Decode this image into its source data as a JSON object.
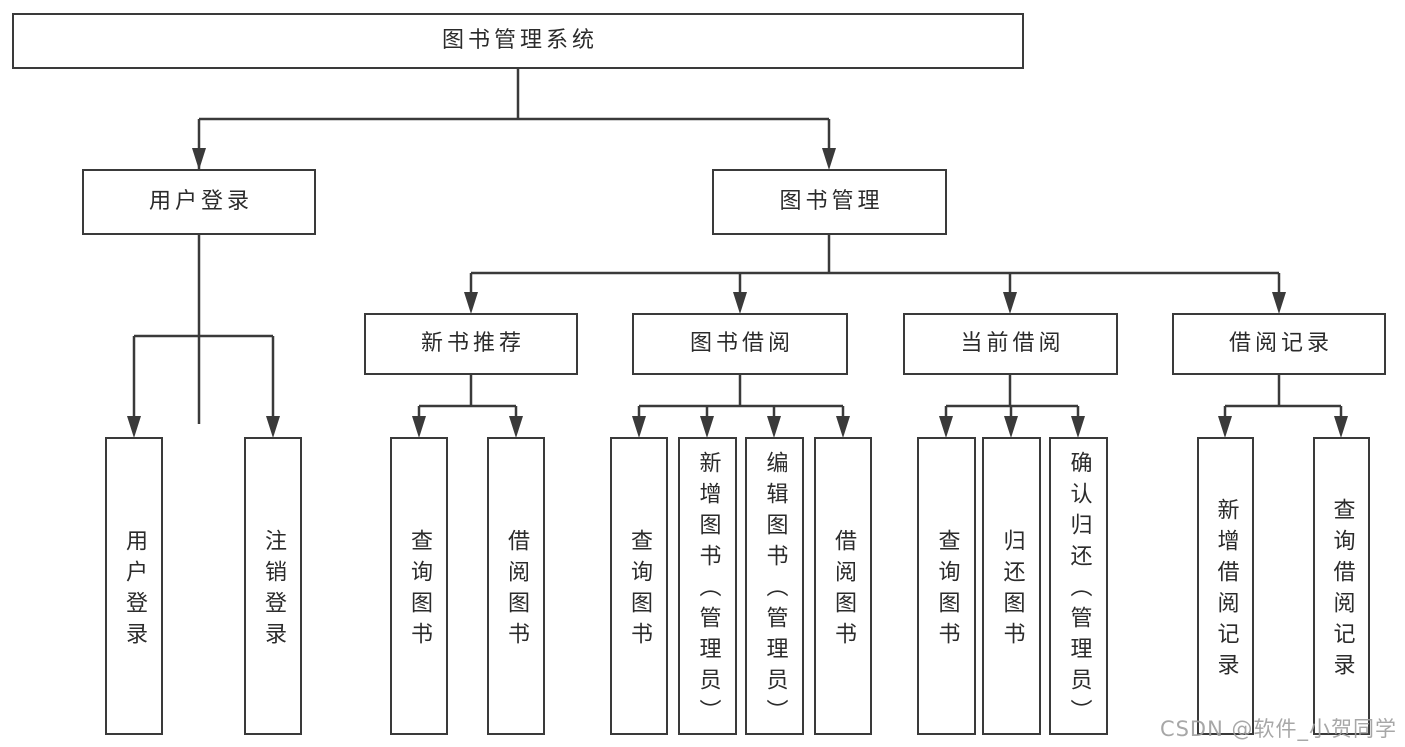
{
  "diagram": {
    "title": "图书管理系统",
    "watermark": "CSDN @软件_小贺同学",
    "colors": {
      "line": "#3a3a3a",
      "box_border": "#3a3a3a",
      "box_background": "#ffffff",
      "text": "#2b2b2b",
      "watermark_text": "#9e9e9e"
    },
    "root": {
      "label": "图书管理系统"
    },
    "level2": [
      {
        "label": "用户登录"
      },
      {
        "label": "图书管理"
      }
    ],
    "level3": [
      {
        "label": "新书推荐"
      },
      {
        "label": "图书借阅"
      },
      {
        "label": "当前借阅"
      },
      {
        "label": "借阅记录"
      }
    ],
    "leaves": {
      "user_login": [
        "用户登录",
        "注销登录"
      ],
      "new_book_recommend": [
        "查询图书",
        "借阅图书"
      ],
      "book_borrow": [
        "查询图书",
        "新增图书（管理员）",
        "编辑图书（管理员）",
        "借阅图书"
      ],
      "current_borrow": [
        "查询图书",
        "归还图书",
        "确认归还（管理员）"
      ],
      "borrow_records": [
        "新增借阅记录",
        "查询借阅记录"
      ]
    }
  }
}
